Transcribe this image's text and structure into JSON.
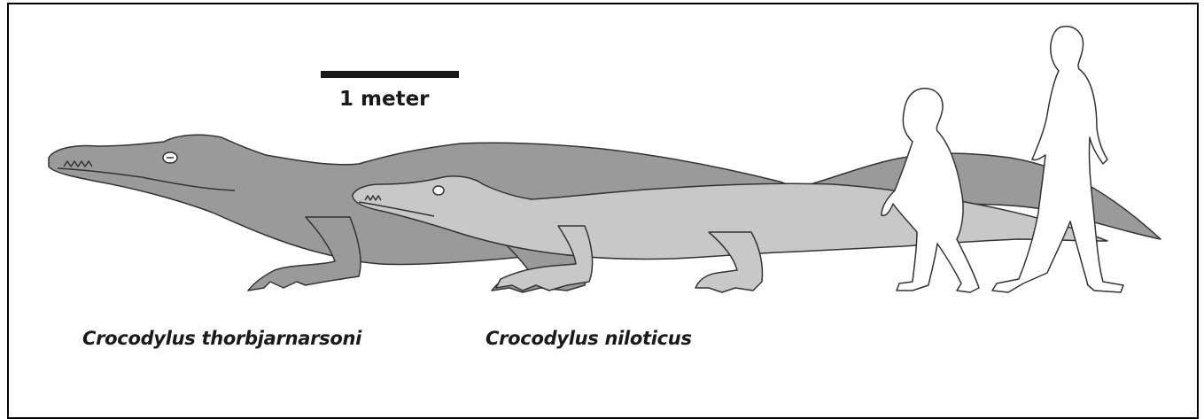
{
  "scale_bar": {
    "label": "1 meter"
  },
  "species": [
    {
      "name": "Crocodylus thorbjarnarsoni",
      "color": "#9a9a9a"
    },
    {
      "name": "Crocodylus niloticus",
      "color": "#c8c8c8"
    }
  ],
  "colors": {
    "outline": "#333333",
    "text": "#1a1a1a",
    "frame": "#000000",
    "human_fill": "#ffffff"
  }
}
